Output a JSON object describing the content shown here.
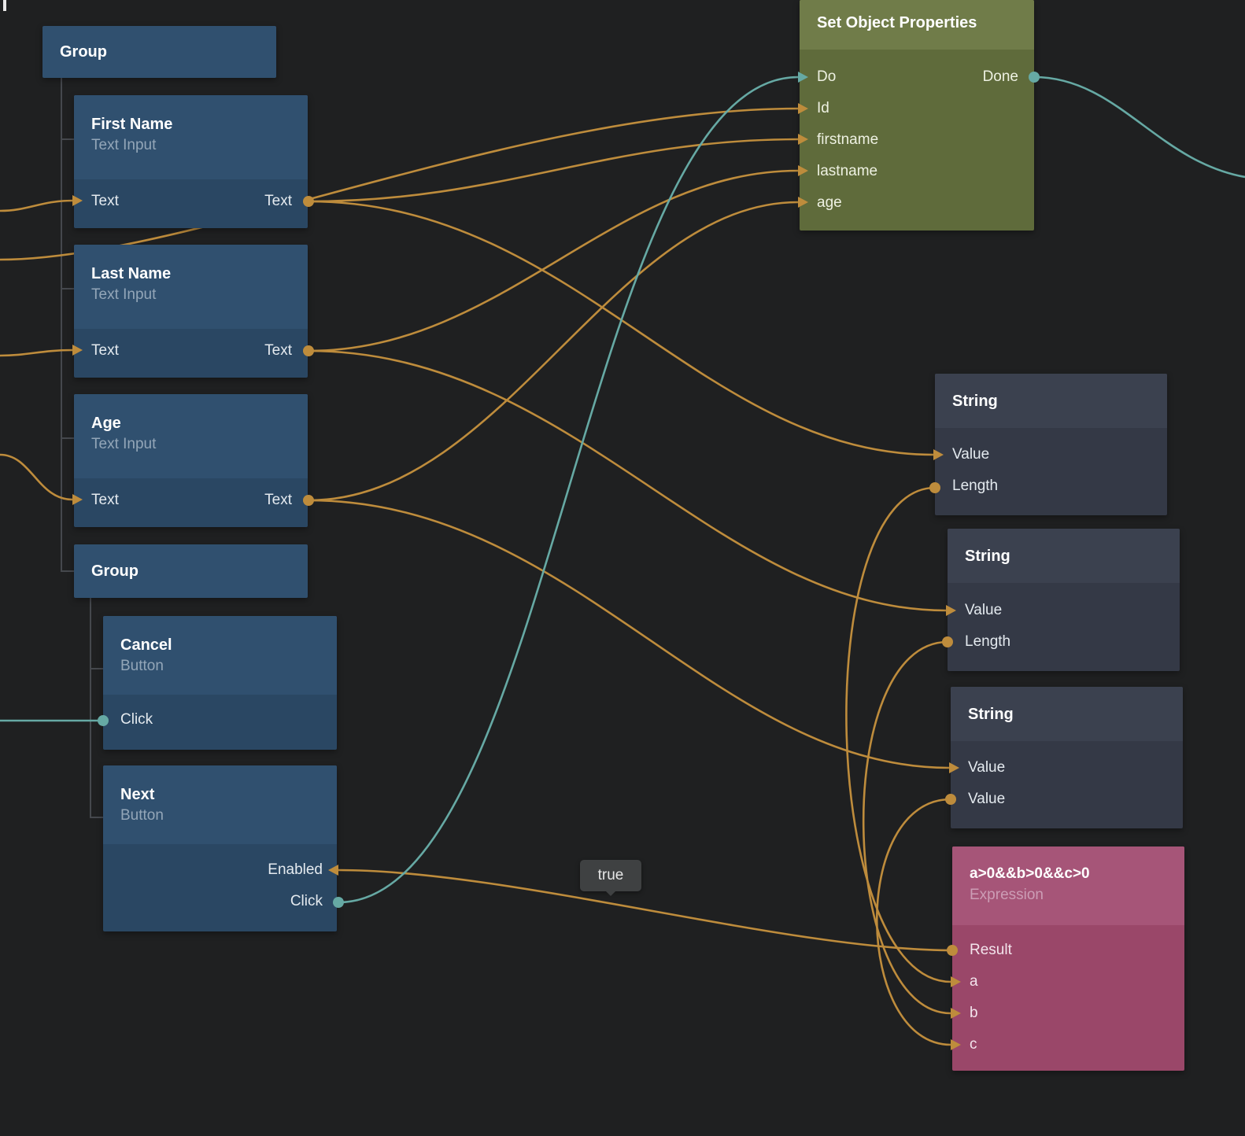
{
  "nodes": {
    "group1": {
      "title": "Group"
    },
    "first_name": {
      "title": "First Name",
      "subtitle": "Text Input",
      "port_in": "Text",
      "port_out": "Text"
    },
    "last_name": {
      "title": "Last Name",
      "subtitle": "Text Input",
      "port_in": "Text",
      "port_out": "Text"
    },
    "age": {
      "title": "Age",
      "subtitle": "Text Input",
      "port_in": "Text",
      "port_out": "Text"
    },
    "group2": {
      "title": "Group"
    },
    "cancel": {
      "title": "Cancel",
      "subtitle": "Button",
      "port_click": "Click"
    },
    "next": {
      "title": "Next",
      "subtitle": "Button",
      "port_enabled": "Enabled",
      "port_click": "Click"
    },
    "set_object": {
      "title": "Set Object Properties",
      "port_do": "Do",
      "port_done": "Done",
      "port_id": "Id",
      "port_firstname": "firstname",
      "port_lastname": "lastname",
      "port_age": "age"
    },
    "string1": {
      "title": "String",
      "port_value": "Value",
      "port_length": "Length"
    },
    "string2": {
      "title": "String",
      "port_value": "Value",
      "port_length": "Length"
    },
    "string3": {
      "title": "String",
      "port_value": "Value",
      "port_value2": "Value"
    },
    "expression": {
      "title": "a>0&&b>0&&c>0",
      "subtitle": "Expression",
      "port_result": "Result",
      "port_a": "a",
      "port_b": "b",
      "port_c": "c"
    }
  },
  "tooltip": {
    "text": "true"
  },
  "colors": {
    "wire_data": "#be8c3c",
    "wire_signal": "#66a9a4",
    "node_blue": "#30506f",
    "node_green": "#707c49",
    "node_gray": "#3b414f",
    "node_pink": "#a65578",
    "background": "#1f2021"
  }
}
